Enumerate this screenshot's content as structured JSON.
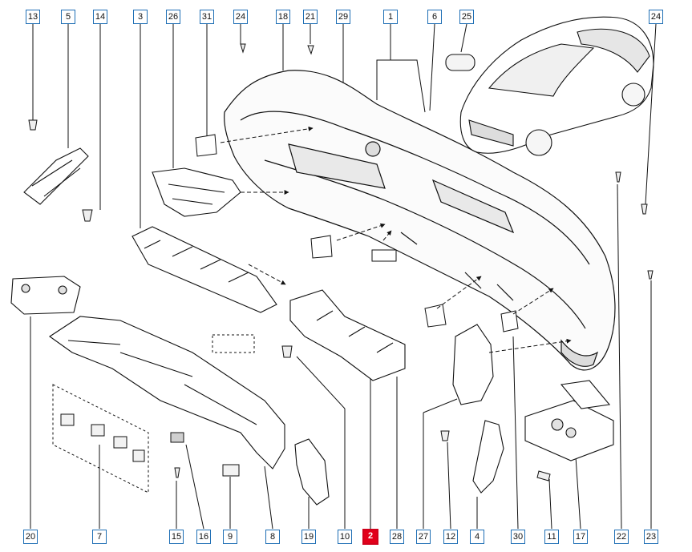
{
  "accent_color": "#1f6fb5",
  "highlight_color": "#e2001a",
  "highlighted_part": "2",
  "callouts": {
    "c13": "13",
    "c5": "5",
    "c14": "14",
    "c3": "3",
    "c26": "26",
    "c31": "31",
    "c24a": "24",
    "c18": "18",
    "c21": "21",
    "c29": "29",
    "c1": "1",
    "c6": "6",
    "c25": "25",
    "c24b": "24",
    "c20": "20",
    "c7": "7",
    "c15": "15",
    "c16": "16",
    "c9": "9",
    "c8": "8",
    "c19": "19",
    "c10": "10",
    "c2": "2",
    "c28": "28",
    "c27": "27",
    "c12": "12",
    "c4": "4",
    "c30": "30",
    "c11": "11",
    "c17": "17",
    "c22": "22",
    "c23": "23"
  }
}
